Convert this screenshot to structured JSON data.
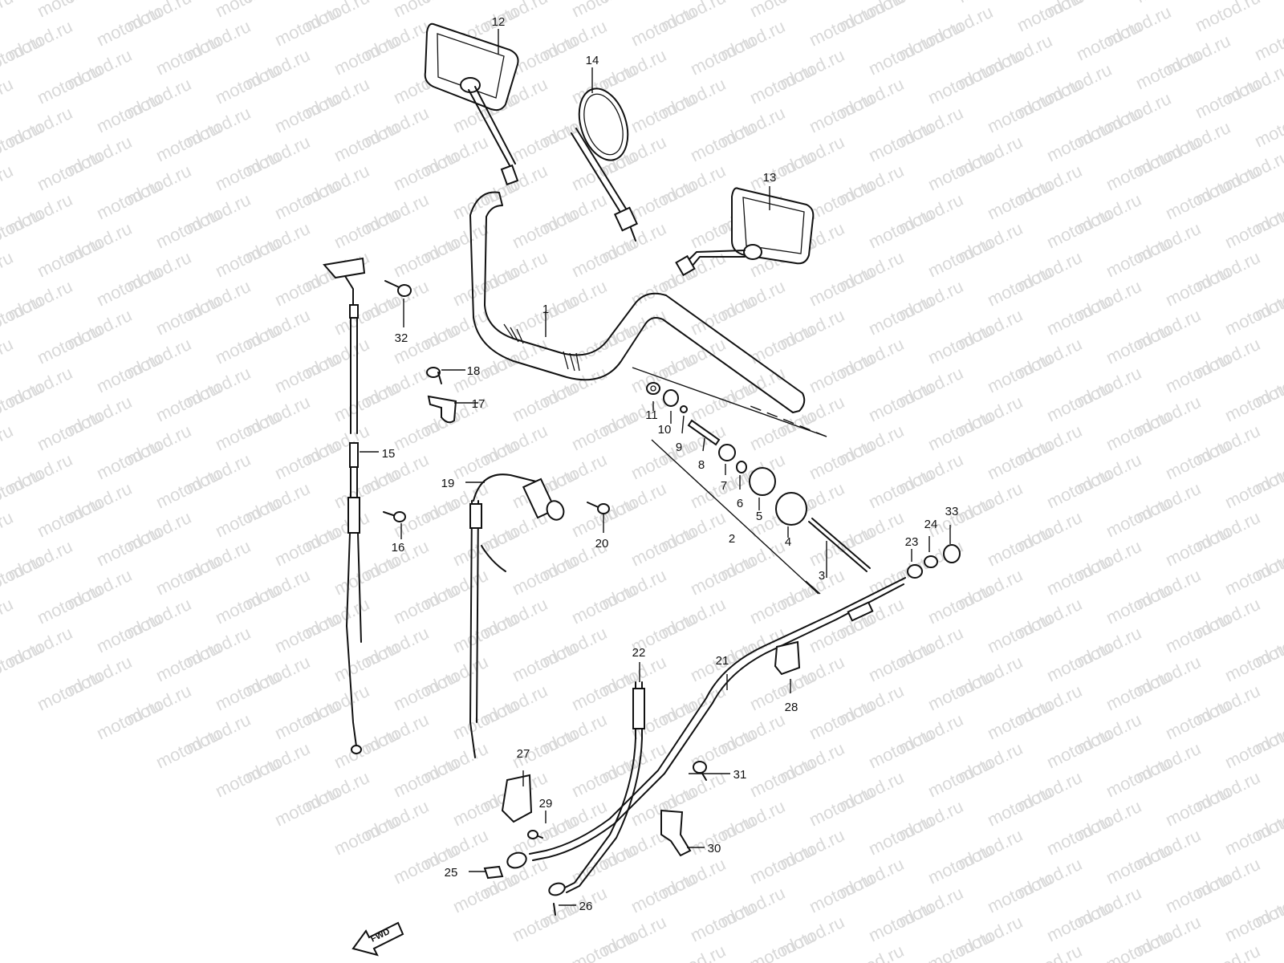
{
  "watermark": {
    "text": "motod.ru"
  },
  "direction_arrow": {
    "label": "FWD"
  },
  "callouts": [
    {
      "id": "1",
      "name": "callout-1-handlebar"
    },
    {
      "id": "2",
      "name": "callout-2-balancer-assembly"
    },
    {
      "id": "3",
      "name": "callout-3-long-bolt"
    },
    {
      "id": "4",
      "name": "callout-4-end-weight"
    },
    {
      "id": "5",
      "name": "callout-5-weight"
    },
    {
      "id": "6",
      "name": "callout-6-washer"
    },
    {
      "id": "7",
      "name": "callout-7-collar"
    },
    {
      "id": "8",
      "name": "callout-8-pin"
    },
    {
      "id": "9",
      "name": "callout-9-ring"
    },
    {
      "id": "10",
      "name": "callout-10-cushion"
    },
    {
      "id": "11",
      "name": "callout-11-nut"
    },
    {
      "id": "12",
      "name": "callout-12-left-mirror"
    },
    {
      "id": "13",
      "name": "callout-13-right-mirror"
    },
    {
      "id": "14",
      "name": "callout-14-round-mirror"
    },
    {
      "id": "15",
      "name": "callout-15-clutch-cable"
    },
    {
      "id": "16",
      "name": "callout-16-screw"
    },
    {
      "id": "17",
      "name": "callout-17-clamp"
    },
    {
      "id": "18",
      "name": "callout-18-screw"
    },
    {
      "id": "19",
      "name": "callout-19-choke-cable"
    },
    {
      "id": "20",
      "name": "callout-20-screw"
    },
    {
      "id": "21",
      "name": "callout-21-throttle-cable"
    },
    {
      "id": "22",
      "name": "callout-22-throttle-return-cable"
    },
    {
      "id": "23",
      "name": "callout-23-cap"
    },
    {
      "id": "24",
      "name": "callout-24-cap"
    },
    {
      "id": "25",
      "name": "callout-25-boot"
    },
    {
      "id": "26",
      "name": "callout-26-pin"
    },
    {
      "id": "27",
      "name": "callout-27-cover"
    },
    {
      "id": "28",
      "name": "callout-28-bracket"
    },
    {
      "id": "29",
      "name": "callout-29-bolt"
    },
    {
      "id": "30",
      "name": "callout-30-bracket"
    },
    {
      "id": "31",
      "name": "callout-31-bolt"
    },
    {
      "id": "32",
      "name": "callout-32-screw"
    },
    {
      "id": "33",
      "name": "callout-33-cap"
    }
  ]
}
